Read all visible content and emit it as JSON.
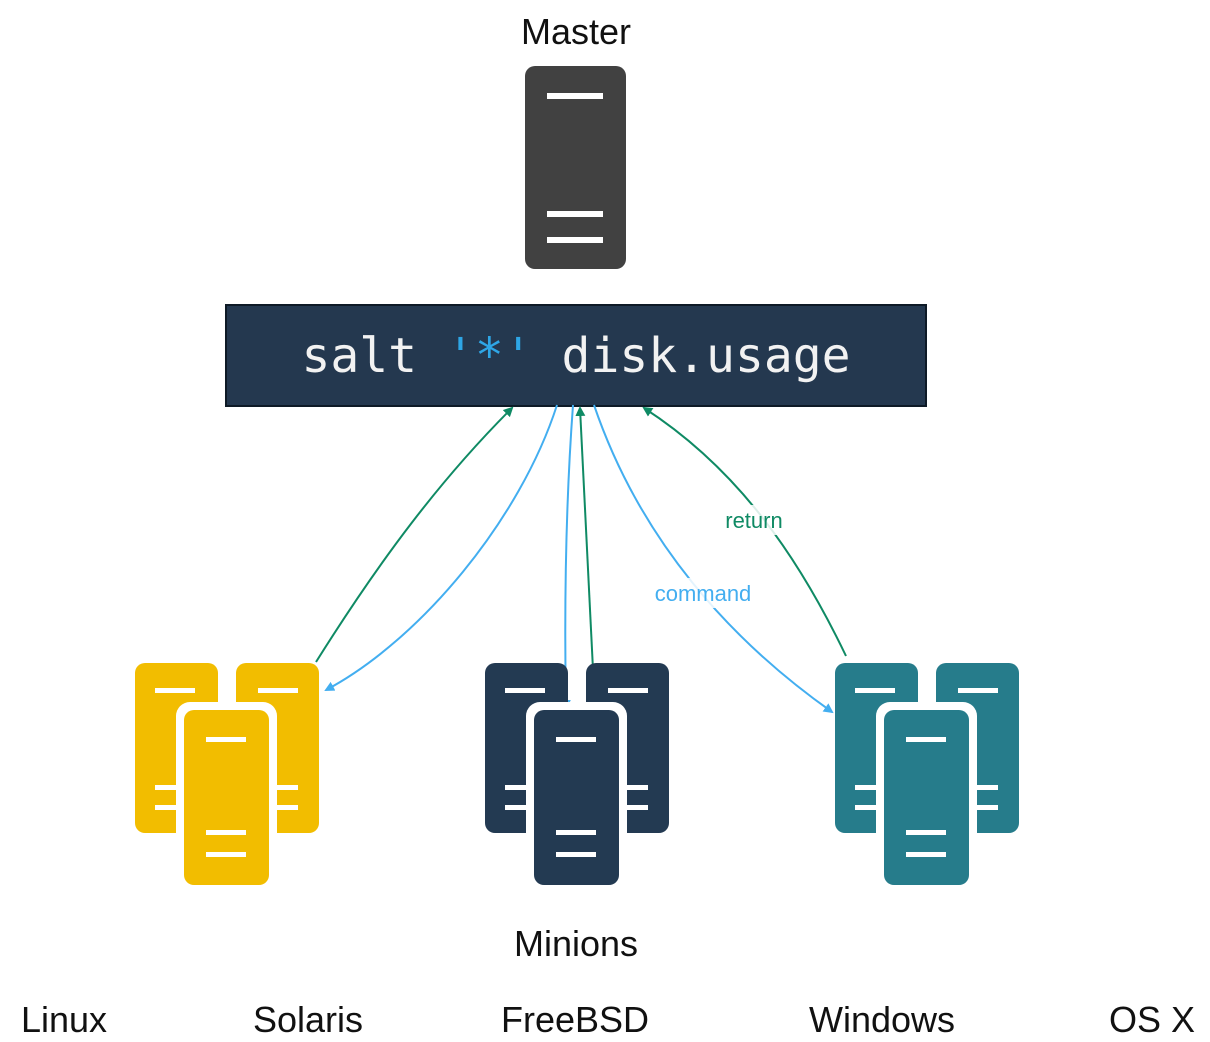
{
  "diagram": {
    "master": {
      "label": "Master"
    },
    "command": {
      "parts": [
        "salt ",
        "'*'",
        " disk.usage"
      ]
    },
    "edge_labels": {
      "return": "return",
      "command": "command"
    },
    "minions": {
      "label": "Minions"
    },
    "platforms": [
      "Linux",
      "Solaris",
      "FreeBSD",
      "Windows",
      "OS X"
    ]
  },
  "colors": {
    "master_server": "#414141",
    "command_bg": "#24384f",
    "command_text": "#f2f2f2",
    "command_quote": "#2ea6e6",
    "return_arrow": "#0f8a64",
    "command_arrow": "#43aef0",
    "group_linux": "#f2bd00",
    "group_bsd": "#233a52",
    "group_windows": "#267c8b"
  }
}
